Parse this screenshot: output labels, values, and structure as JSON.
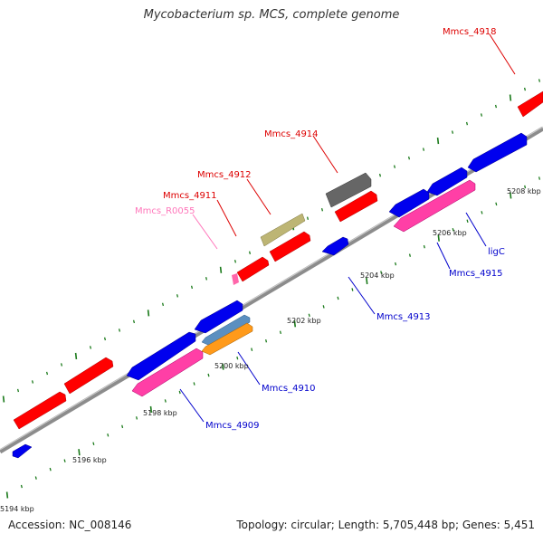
{
  "title": "Mycobacterium sp. MCS, complete genome",
  "footer": {
    "accession": "Accession: NC_008146",
    "topology": "Topology: circular; Length: 5,705,448 bp; Genes: 5,451"
  },
  "colors": {
    "backbone": "#8c8c8c",
    "tick": "#1a7a1a",
    "cds_forward": "#ff0000",
    "cds_reverse": "#0000ee",
    "rrna": "#ff66aa",
    "gene_pink": "#ff3fa6",
    "gene_grey": "#666666",
    "gene_olive": "#bdb574",
    "gene_steel": "#5b8fc0",
    "gene_orange": "#ff9a1a",
    "label_forward": "#dd0000",
    "label_reverse": "#0000cc",
    "label_rrna": "#ff77bb"
  },
  "diagram": {
    "kbp_labels": [
      "5194 kbp",
      "5196 kbp",
      "5198 kbp",
      "5200 kbp",
      "5202 kbp",
      "5204 kbp",
      "5206 kbp",
      "5208 kbp"
    ],
    "gene_labels": [
      {
        "text": "Mmcs_4918",
        "strand": "forward"
      },
      {
        "text": "Mmcs_4914",
        "strand": "forward"
      },
      {
        "text": "Mmcs_4912",
        "strand": "forward"
      },
      {
        "text": "Mmcs_4911",
        "strand": "forward"
      },
      {
        "text": "Mmcs_R0055",
        "strand": "rrna"
      },
      {
        "text": "Mmcs_4915",
        "strand": "reverse"
      },
      {
        "text": "ligC",
        "strand": "reverse"
      },
      {
        "text": "Mmcs_4913",
        "strand": "reverse"
      },
      {
        "text": "Mmcs_4910",
        "strand": "reverse"
      },
      {
        "text": "Mmcs_4909",
        "strand": "reverse"
      }
    ]
  }
}
